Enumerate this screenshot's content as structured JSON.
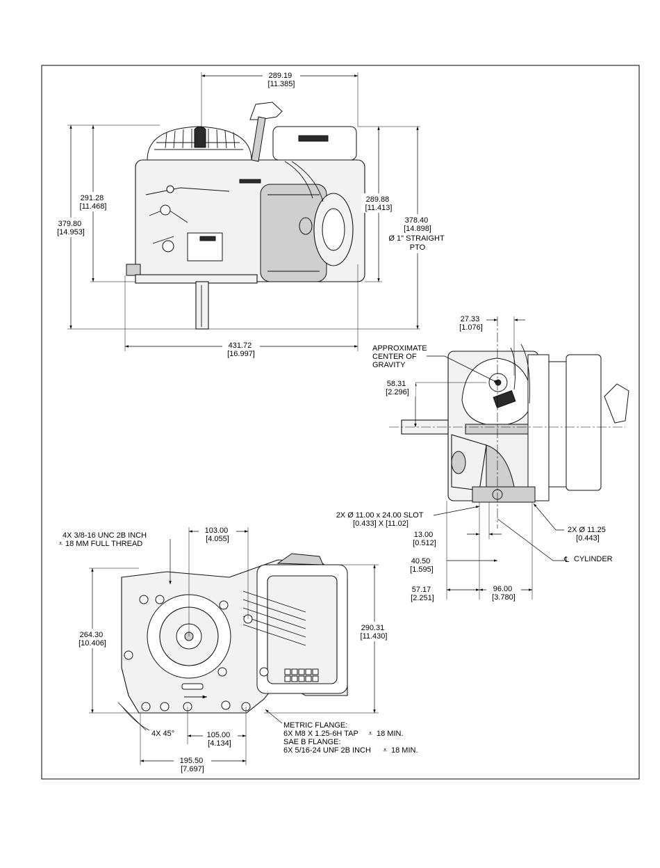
{
  "front_view": {
    "width_top": [
      "289.19",
      "[11.385]"
    ],
    "height_left_inner": [
      "291.28",
      "[11.468]"
    ],
    "height_left_outer": [
      "379.80",
      "[14.953]"
    ],
    "height_right_inner": [
      "289.88",
      "[11.413]"
    ],
    "height_right_outer": [
      "378.40",
      "[14.898]"
    ],
    "pto_note": [
      "Ø 1\" STRAIGHT",
      "PTO"
    ],
    "width_bottom": [
      "431.72",
      "[16.997]"
    ]
  },
  "side_view": {
    "offset_top": [
      "27.33",
      "[1.076]"
    ],
    "cg_label": [
      "APPROXIMATE",
      "CENTER OF",
      "GRAVITY"
    ],
    "shaft_height": [
      "58.31",
      "[2.296]"
    ],
    "slot_note": [
      "2X Ø 11.00 x 24.00 SLOT",
      "[0.433] X [11.02]"
    ],
    "hole_note": [
      "2X Ø 11.25",
      "[0.443]"
    ],
    "dim_13": [
      "13.00",
      "[0.512]"
    ],
    "cylinder_label": "CYLINDER",
    "dim_40": [
      "40.50",
      "[1.595]"
    ],
    "dim_57": [
      "57.17",
      "[2.251]"
    ],
    "dim_96": [
      "96.00",
      "[3.780]"
    ]
  },
  "bottom_view": {
    "thread_note": [
      "4X 3/8-16 UNC 2B INCH",
      "18 MM FULL THREAD"
    ],
    "dim_103": [
      "103.00",
      "[4.055]"
    ],
    "height_left": [
      "264.30",
      "[10.406]"
    ],
    "height_right": [
      "290.31",
      "[11.430]"
    ],
    "angle_note": "4X 45°",
    "dim_105": [
      "105.00",
      "[4.134]"
    ],
    "flange_note": [
      "METRIC FLANGE:",
      "6X M8 X 1.25-6H TAP",
      "18 MIN.",
      "SAE B FLANGE:",
      "6X 5/16-24 UNF 2B INCH",
      "18 MIN."
    ],
    "dim_195": [
      "195.50",
      "[7.697]"
    ]
  }
}
